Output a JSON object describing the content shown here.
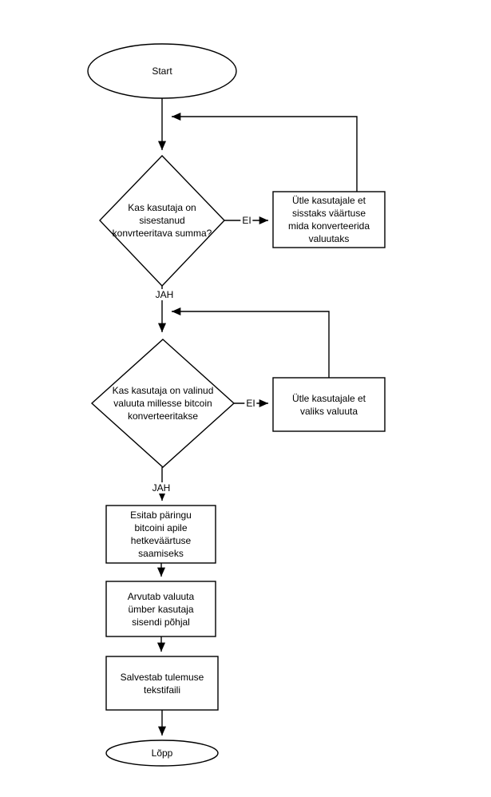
{
  "flowchart": {
    "nodes": {
      "start": {
        "shape": "ellipse",
        "label": "Start"
      },
      "decision_amount": {
        "shape": "diamond",
        "label": "Kas kasutaja on\nsisestanud\nkonvrteeritava summa?"
      },
      "prompt_amount": {
        "shape": "rectangle",
        "label": "Ütle kasutajale et\nsisstaks väärtuse\nmida konverteerida\nvaluutaks"
      },
      "decision_currency": {
        "shape": "diamond",
        "label": "Kas kasutaja on valinud\nvaluuta millesse bitcoin\nkonverteeritakse"
      },
      "prompt_currency": {
        "shape": "rectangle",
        "label": "Ütle kasutajale et\nvaliks valuuta"
      },
      "query_api": {
        "shape": "rectangle",
        "label": "Esitab päringu\nbitcoini apile\nhetkeväärtuse\nsaamiseks"
      },
      "convert_currency": {
        "shape": "rectangle",
        "label": "Arvutab valuuta\nümber kasutaja\nsisendi põhjal"
      },
      "save_result": {
        "shape": "rectangle",
        "label": "Salvestab tulemuse\ntekstifaili"
      },
      "end": {
        "shape": "ellipse",
        "label": "Lõpp"
      }
    },
    "edge_labels": {
      "no1": "EI",
      "yes1": "JAH",
      "no2": "EI",
      "yes2": "JAH"
    },
    "colors": {
      "stroke": "#000000",
      "fill": "#ffffff",
      "text": "#000000",
      "background": "#ffffff"
    }
  }
}
